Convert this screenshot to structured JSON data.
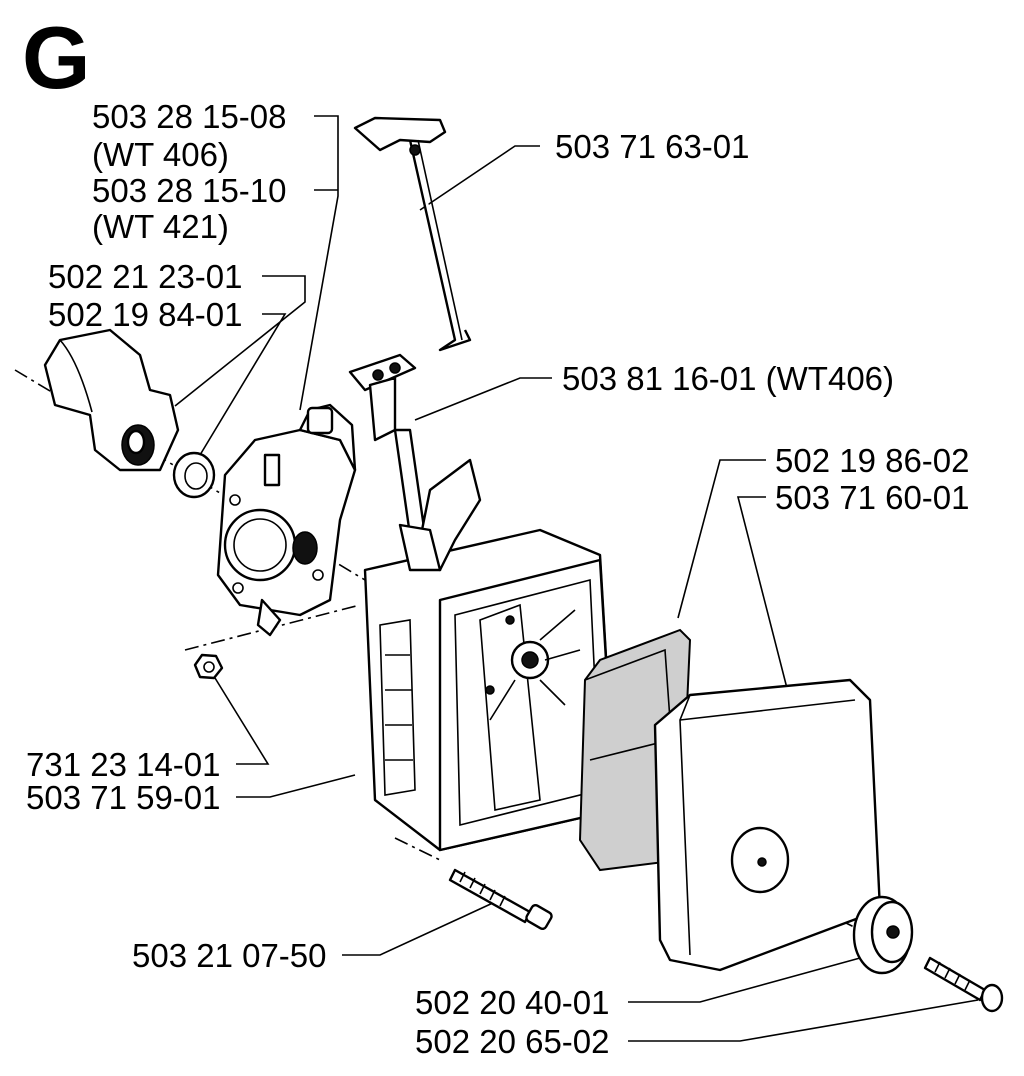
{
  "section_letter": "G",
  "labels": {
    "carb_1": "503 28 15-08",
    "carb_1_note": "(WT 406)",
    "carb_2": "503 28 15-10",
    "carb_2_note": "(WT 421)",
    "intake": "502 21 23-01",
    "ring": "502 19 84-01",
    "rod": "503 71 63-01",
    "lever": "503 81 16-01 (WT406)",
    "filter_foam": "502 19 86-02",
    "filter_cover": "503 71 60-01",
    "nut": "731 23 14-01",
    "housing": "503 71 59-01",
    "screw_long": "503 21 07-50",
    "knob": "502 20 40-01",
    "screw_short": "502 20 65-02"
  }
}
